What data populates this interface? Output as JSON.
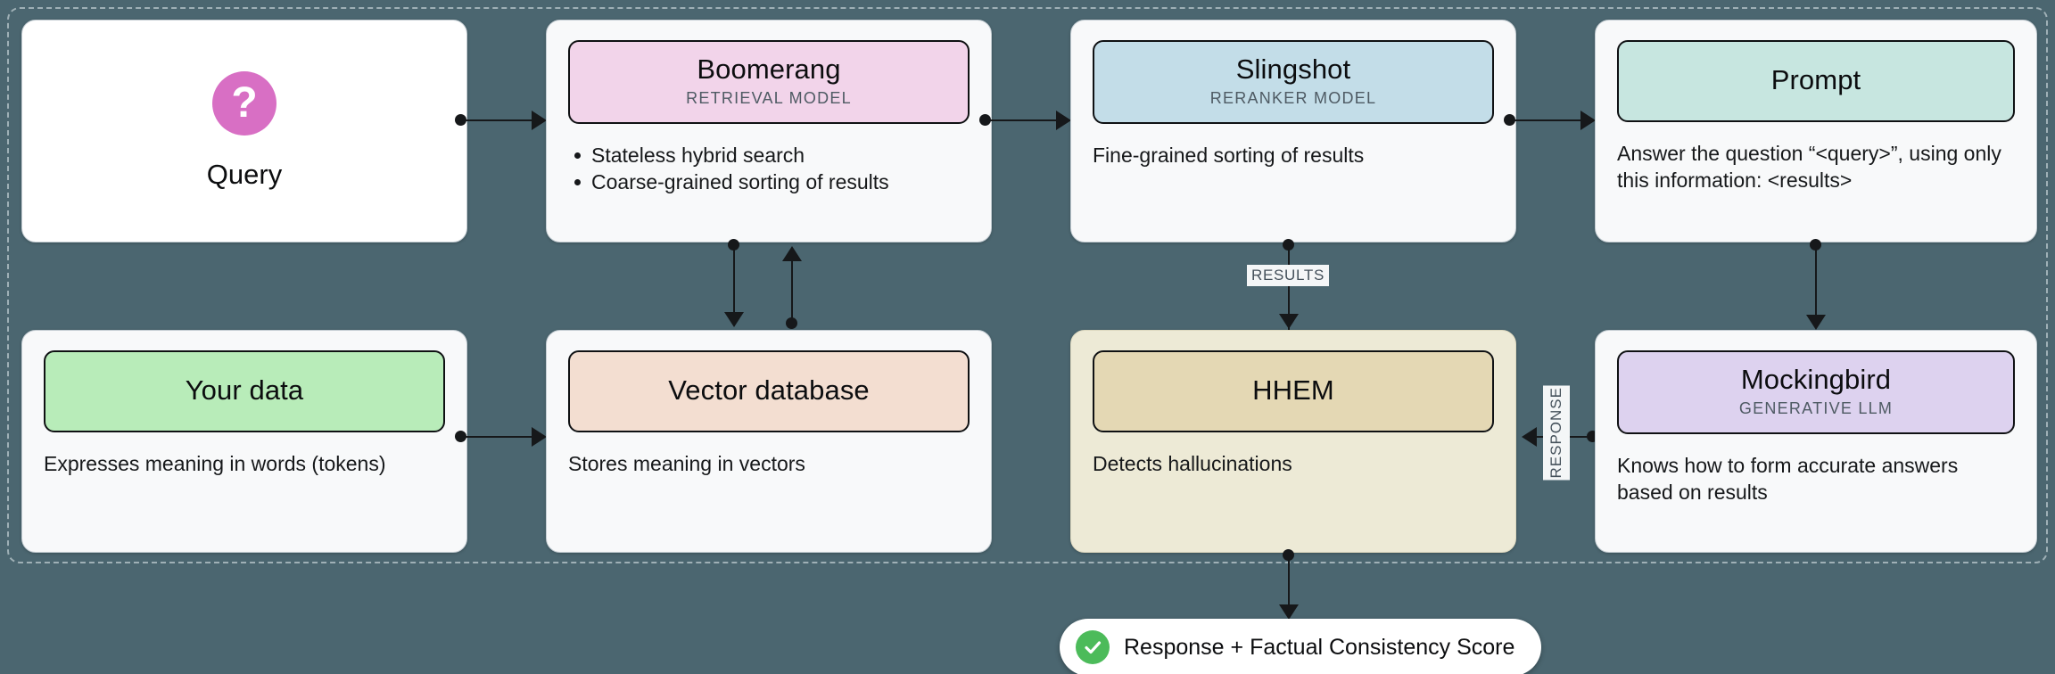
{
  "theme": {
    "background": "#4b6670",
    "card_bg": "#f8f9fa",
    "card_bg_plain": "#ffffff",
    "card_bg_cream": "#edead6",
    "line_color": "#16181a",
    "accent_query": "#d86fc4",
    "accent_check": "#4cbb5a"
  },
  "nodes": {
    "query": {
      "icon": "question-mark-icon",
      "label": "Query"
    },
    "boomerang": {
      "title": "Boomerang",
      "subtitle": "RETRIEVAL MODEL",
      "color": "#f2d4ea",
      "bullets": [
        "Stateless hybrid search",
        "Coarse-grained sorting of results"
      ]
    },
    "slingshot": {
      "title": "Slingshot",
      "subtitle": "RERANKER MODEL",
      "color": "#c3dde8",
      "description": "Fine-grained sorting of results"
    },
    "prompt": {
      "title": "Prompt",
      "subtitle": "",
      "color": "#c7e6e0",
      "description": "Answer the question “<query>”, using only this information: <results>"
    },
    "your_data": {
      "title": "Your data",
      "subtitle": "",
      "color": "#b8ecb9",
      "description": "Expresses meaning in words (tokens)"
    },
    "vector_database": {
      "title": "Vector database",
      "subtitle": "",
      "color": "#f3ded1",
      "description": "Stores meaning in vectors"
    },
    "hhem": {
      "title": "HHEM",
      "subtitle": "",
      "color": "#e4d8b4",
      "description": "Detects hallucinations"
    },
    "mockingbird": {
      "title": "Mockingbird",
      "subtitle": "GENERATIVE LLM",
      "color": "#ddd2ef",
      "description": "Knows how to form accurate answers based on results"
    }
  },
  "edges": {
    "results_label": "RESULTS",
    "response_label": "RESPONSE"
  },
  "output": {
    "icon": "check-circle-icon",
    "label": "Response + Factual Consistency Score"
  }
}
